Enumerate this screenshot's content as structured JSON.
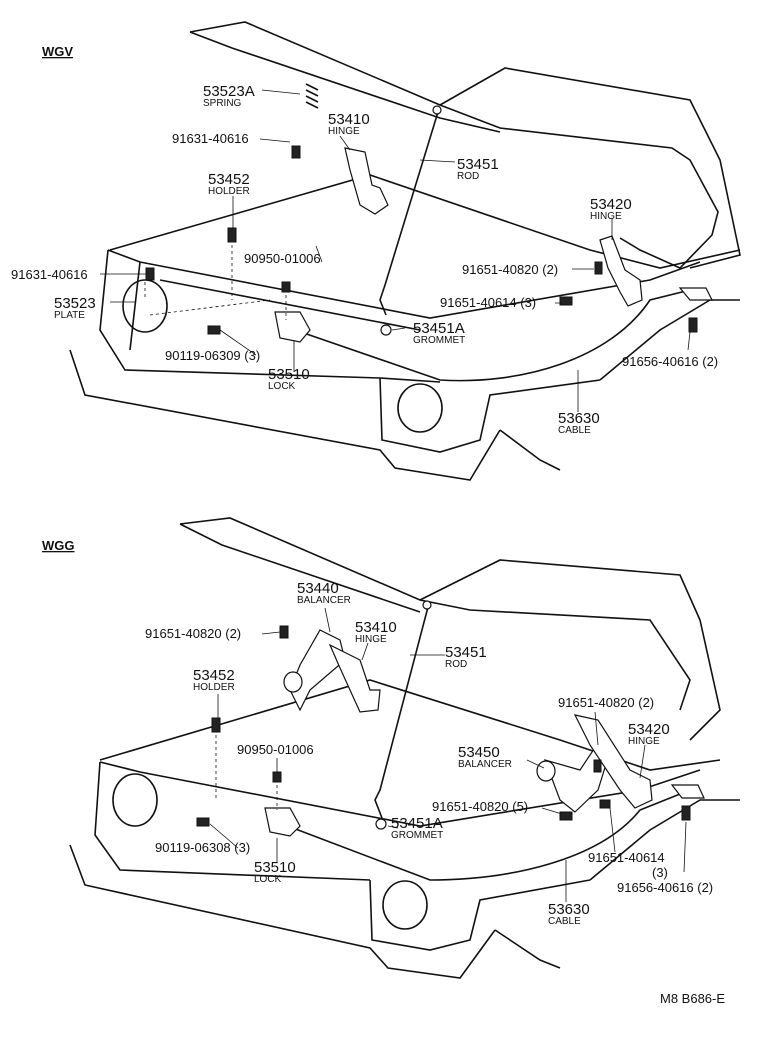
{
  "sections": {
    "wgv": {
      "title": "WGV",
      "labels": [
        {
          "num": "53523A",
          "name": "SPRING"
        },
        {
          "num": "91631-40616"
        },
        {
          "num": "53410",
          "name": "HINGE"
        },
        {
          "num": "53451",
          "name": "ROD"
        },
        {
          "num": "53452",
          "name": "HOLDER"
        },
        {
          "num": "53420",
          "name": "HINGE"
        },
        {
          "num": "91631-40616"
        },
        {
          "num": "90950-01006"
        },
        {
          "num": "91651-40820 (2)"
        },
        {
          "num": "53523",
          "name": "PLATE"
        },
        {
          "num": "91651-40614 (3)"
        },
        {
          "num": "53451A",
          "name": "GROMMET"
        },
        {
          "num": "90119-06309 (3)"
        },
        {
          "num": "91656-40616 (2)"
        },
        {
          "num": "53510",
          "name": "LOCK"
        },
        {
          "num": "53630",
          "name": "CABLE"
        }
      ]
    },
    "wgg": {
      "title": "WGG",
      "labels": [
        {
          "num": "53440",
          "name": "BALANCER"
        },
        {
          "num": "91651-40820 (2)"
        },
        {
          "num": "53410",
          "name": "HINGE"
        },
        {
          "num": "53451",
          "name": "ROD"
        },
        {
          "num": "53452",
          "name": "HOLDER"
        },
        {
          "num": "91651-40820 (2)"
        },
        {
          "num": "53420",
          "name": "HINGE"
        },
        {
          "num": "90950-01006"
        },
        {
          "num": "53450",
          "name": "BALANCER"
        },
        {
          "num": "91651-40820 (5)"
        },
        {
          "num": "53451A",
          "name": "GROMMET"
        },
        {
          "num": "90119-06308 (3)"
        },
        {
          "num": "91651-40614"
        },
        {
          "num": "(3)"
        },
        {
          "num": "91656-40616 (2)"
        },
        {
          "num": "53510",
          "name": "LOCK"
        },
        {
          "num": "53630",
          "name": "CABLE"
        }
      ]
    }
  },
  "footer": {
    "code": "M8  B686-E"
  }
}
